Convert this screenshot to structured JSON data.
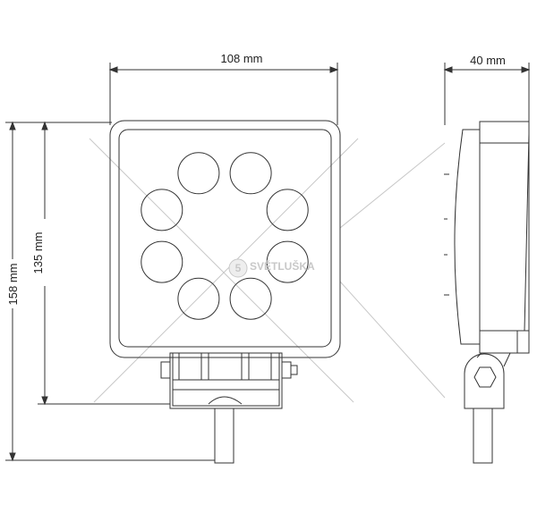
{
  "dimensions": {
    "width": "108 mm",
    "depth": "40 mm",
    "total_height": "158 mm",
    "housing_height": "135 mm"
  },
  "watermark": {
    "brand": "SVĚTLUŠKA",
    "badge": "5"
  },
  "led_count": 8,
  "colors": {
    "line": "#333333",
    "construction": "#c8c8c8",
    "watermark": "#c8c8c8"
  }
}
